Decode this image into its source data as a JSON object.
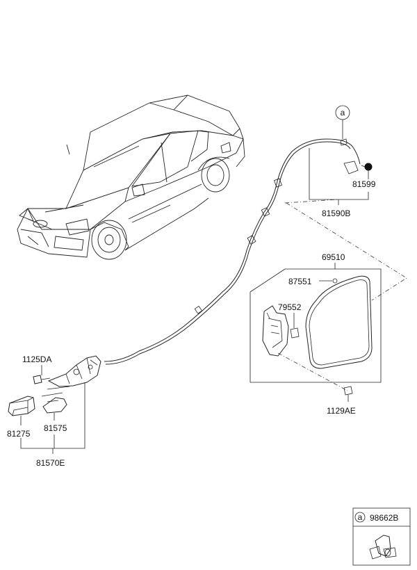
{
  "callout": {
    "letter": "a"
  },
  "parts": {
    "cable_assembly": "81590B",
    "cable_clip": "81599",
    "fuel_door_assembly": "69510",
    "door_clip": "87551",
    "door_hinge": "79552",
    "door_screw": "1129AE",
    "actuator_bolt": "1125DA",
    "handle": "81275",
    "handle_cover": "81575",
    "opener_assembly": "81570E"
  },
  "legend": {
    "letter": "a",
    "part_number": "98662B"
  }
}
